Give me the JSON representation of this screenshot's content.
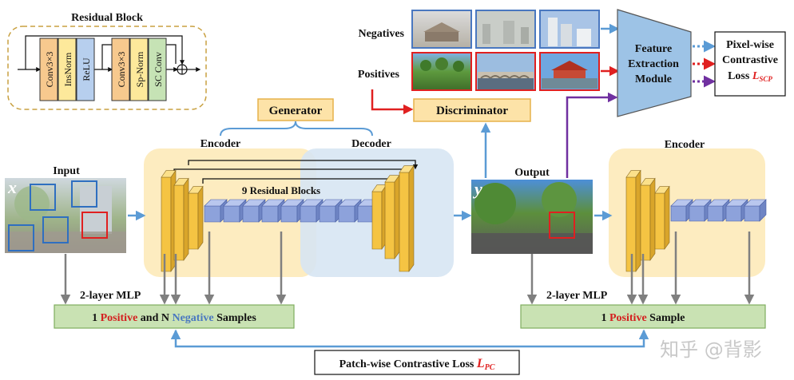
{
  "residual_block": {
    "title": "Residual Block",
    "layers": [
      "Conv3×3",
      "InsNorm",
      "ReLU",
      "Conv3×3",
      "Sp-Norm",
      "SC Conv"
    ]
  },
  "labels": {
    "negatives": "Negatives",
    "positives": "Positives",
    "generator": "Generator",
    "discriminator": "Discriminator",
    "encoder_left": "Encoder",
    "decoder": "Decoder",
    "encoder_right": "Encoder",
    "input": "Input",
    "output": "Output",
    "residual_blocks": "9 Residual Blocks",
    "mlp_left": "2-layer MLP",
    "mlp_right": "2-layer MLP",
    "input_var": "x",
    "output_var": "y"
  },
  "feature_module": {
    "line1": "Feature",
    "line2": "Extraction",
    "line3": "Module"
  },
  "pixel_loss": {
    "line1": "Pixel-wise",
    "line2": "Contrastive",
    "line3_prefix": "Loss ",
    "symbol_main": "L",
    "symbol_sub": "SCP"
  },
  "left_samples": {
    "part1": "1 ",
    "positive": "Positive",
    "part2": " and N ",
    "negative": "Negative",
    "part3": " Samples"
  },
  "right_samples": {
    "part1": "1 ",
    "positive": "Positive",
    "part2": " Sample"
  },
  "patch_loss": {
    "prefix": "Patch-wise  Contrastive Loss ",
    "symbol_main": "L",
    "symbol_sub": "PC"
  },
  "watermark": "知乎 @背影",
  "colors": {
    "encoder_bg": "#fdecc0",
    "decoder_bg": "#d7e6f3",
    "conv_layer": "#f3c54a",
    "residual_cube": "#8da2db",
    "mlp_box": "#c9e2b3",
    "positive_text": "#d42020",
    "negative_text": "#4a78c0",
    "arrow_blue": "#5b9bd5",
    "arrow_red": "#e02020",
    "arrow_purple": "#7030a0",
    "arrow_gray": "#808080",
    "generator_box": "#fde3a8"
  },
  "icons": {
    "sum_node": "circle-plus-icon"
  }
}
